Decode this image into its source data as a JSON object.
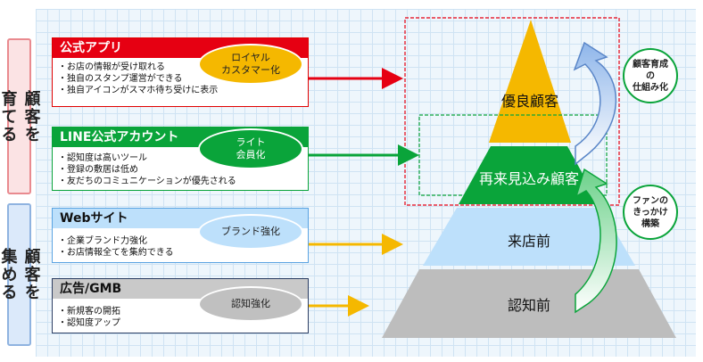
{
  "side_labels": {
    "grow": "顧客を\n育てる",
    "gather": "顧客を\n集める"
  },
  "cards": [
    {
      "title": "公式アプリ",
      "items": [
        "・お店の情報が受け取れる",
        "・独自のスタンプ運営ができる",
        "・独自アイコンがスマホ待ち受けに表示"
      ],
      "badge": [
        "ロイヤル",
        "カスタマー化"
      ]
    },
    {
      "title": "LINE公式アカウント",
      "items": [
        "・認知度は高いツール",
        "・登録の敷居は低め",
        "・友だちのコミュニケーションが優先される"
      ],
      "badge": [
        "ライト",
        "会員化"
      ]
    },
    {
      "title": "Webサイト",
      "items": [
        "・企業ブランド力強化",
        "・お店情報全てを集約できる"
      ],
      "badge": [
        "ブランド強化"
      ]
    },
    {
      "title": "広告/GMB",
      "items": [
        "・新規客の開拓",
        "・認知度アップ"
      ],
      "badge": [
        "認知強化"
      ]
    }
  ],
  "pyramid": {
    "tiers": [
      "優良顧客",
      "再来見込み顧客",
      "来店前",
      "認知前"
    ]
  },
  "bubbles": {
    "top": [
      "顧客育成",
      "の",
      "仕組み化"
    ],
    "bottom": [
      "ファンの",
      "きっかけ",
      "構築"
    ]
  },
  "colors": {
    "red": "#e60012",
    "green": "#0aa43a",
    "yellow": "#f5b800",
    "light_blue": "#bde0fb",
    "gray": "#c0c0c0"
  }
}
